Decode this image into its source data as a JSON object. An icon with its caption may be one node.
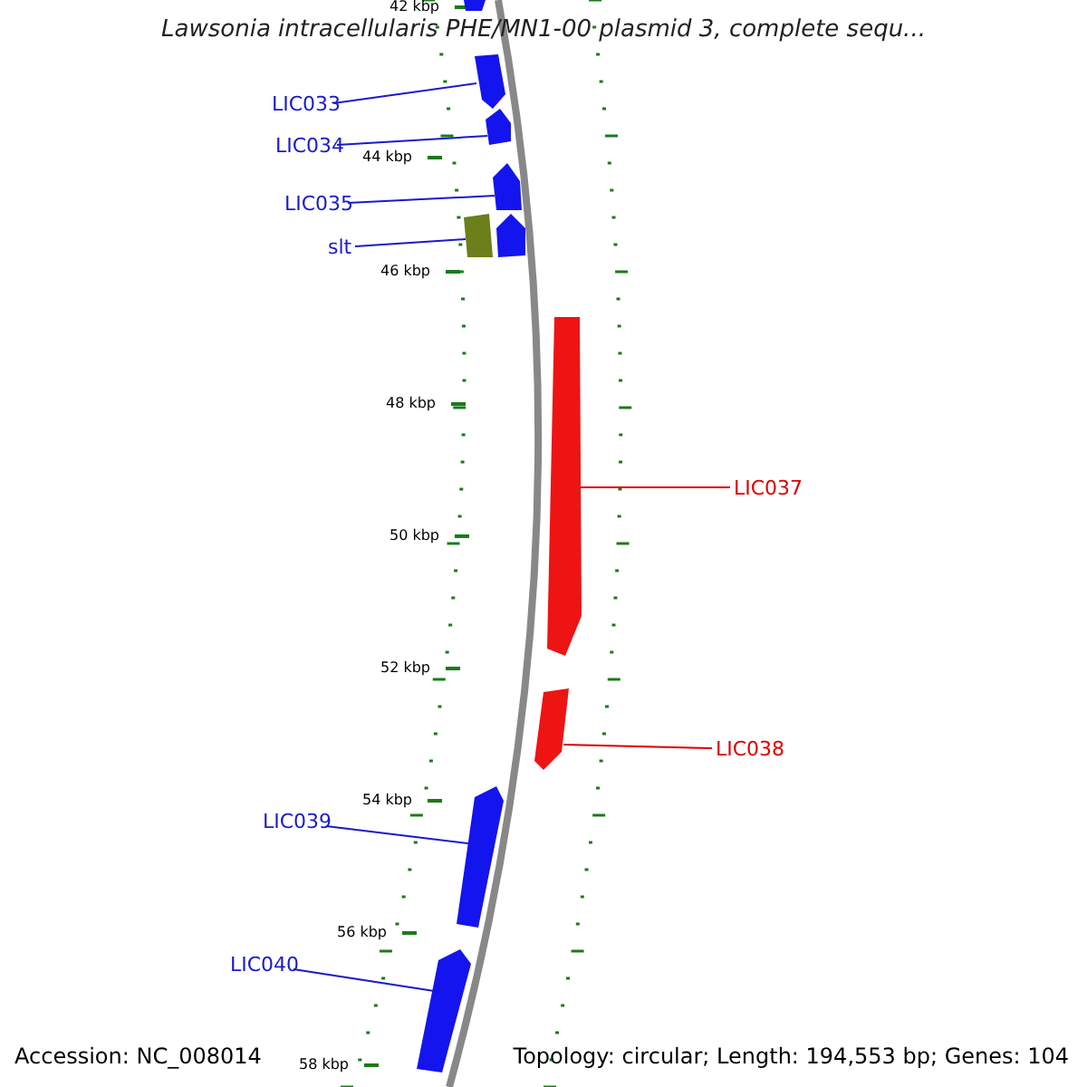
{
  "diagram": {
    "title": "Lawsonia intracellularis PHE/MN1-00 plasmid 3, complete sequ...",
    "nodes": [
      {
        "text": [],
        "shape": "bar"
      },
      {
        "text": [
          "LIC033"
        ]
      },
      {
        "text": [],
        "shape": "bar"
      },
      {
        "text": [
          "LIC034"
        ]
      },
      {
        "text": [],
        "shape": "bar"
      },
      {
        "text": [
          "LIC035"
        ]
      },
      {
        "text": [],
        "shape": "bar"
      },
      {
        "text": [],
        "shape": "bar"
      },
      {
        "text": [
          "slt"
        ]
      },
      {
        "text": [],
        "shape": "bar"
      },
      {
        "text": [
          "LIC037"
        ]
      },
      {
        "text": [],
        "shape": "bar"
      },
      {
        "text": [
          "LIC038"
        ]
      },
      {
        "text": [],
        "shape": "bar"
      },
      {
        "text": [
          "LIC039"
        ]
      },
      {
        "text": [],
        "shape": "bar"
      },
      {
        "text": [
          "LIC040"
        ]
      },
      {
        "text": [],
        "shape": "bar"
      }
    ],
    "edges": [
      {
        "from": 1,
        "to": 2,
        "arrow": "none"
      },
      {
        "from": 3,
        "to": 4,
        "arrow": "none"
      },
      {
        "from": 5,
        "to": 6,
        "arrow": "none"
      },
      {
        "from": 8,
        "to": 9,
        "arrow": "none"
      },
      {
        "from": 10,
        "to": 11,
        "arrow": "none",
        "color": "#dd0000"
      },
      {
        "from": 12,
        "to": 13,
        "arrow": "none",
        "color": "#dd0000"
      },
      {
        "from": 14,
        "to": 15,
        "arrow": "none"
      },
      {
        "from": 16,
        "to": 17,
        "arrow": "none"
      }
    ],
    "labels": [
      "42 kbp",
      "44 kbp",
      "46 kbp",
      "48 kbp",
      "50 kbp",
      "52 kbp",
      "54 kbp",
      "56 kbp",
      "58 kbp",
      "Accession: NC_008014",
      "Topology: circular; Length: 194,553 bp; Genes: 104"
    ]
  }
}
